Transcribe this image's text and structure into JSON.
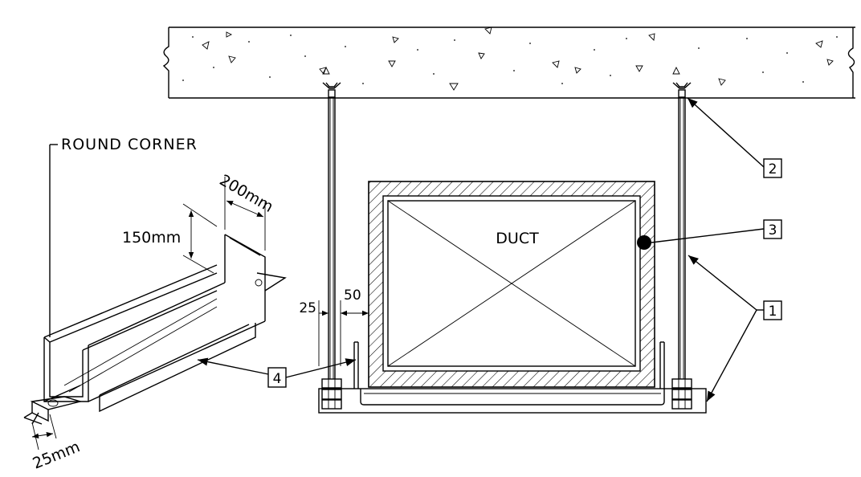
{
  "labels": {
    "round_corner": "ROUND CORNER",
    "duct": "DUCT",
    "dim_200": "200mm",
    "dim_150": "150mm",
    "dim_25mm": "25mm",
    "dim_25": "25",
    "dim_50": "50"
  },
  "callouts": {
    "c1": "1",
    "c2": "2",
    "c3": "3",
    "c4": "4"
  },
  "colors": {
    "line": "#000000",
    "background": "#ffffff"
  }
}
